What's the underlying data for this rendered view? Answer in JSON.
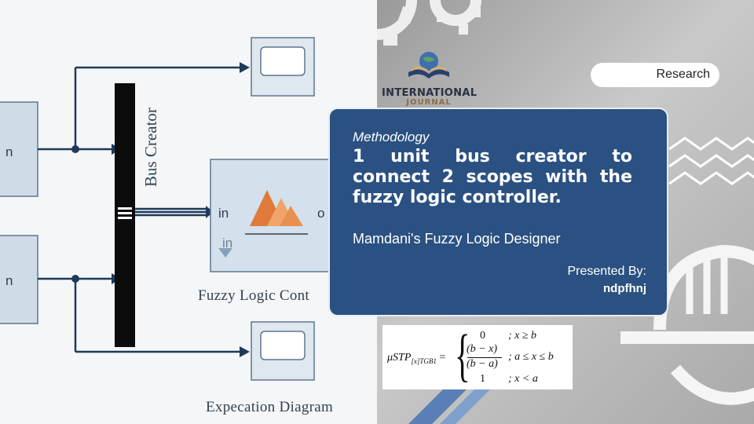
{
  "diagram": {
    "bus_creator_label": "Bus Creator",
    "flc_label": "Fuzzy Logic Cont",
    "flc_in_port": "in",
    "flc_out_port": "o",
    "flc_in_port_lower": "in",
    "expectation_label": "Expecation Diagram",
    "left_block_port_top": "n",
    "left_block_port_bottom": "n"
  },
  "logo": {
    "title": "INTERNATIONAL",
    "subtitle": "JOURNAL"
  },
  "badge": "Research",
  "card": {
    "tag": "Methodology",
    "title": "1 unit bus creator to connect 2 scopes with the fuzzy logic controller.",
    "subtitle": "Mamdani's Fuzzy Logic Designer",
    "presented_by": "Presented By:",
    "author": "ndpfhnj"
  },
  "formula": {
    "lhs": "μSTP",
    "lhs_sub": "[x]TGB1",
    "equals": "=",
    "v1": "0",
    "v2_num": "(b − x)",
    "v2_den": "(b − a)",
    "v3": "1",
    "c1": "; x ≥ b",
    "c2": "; a ≤ x ≤ b",
    "c3": "; x < a"
  },
  "colors": {
    "card_bg": "#2b5182",
    "diagram_line": "#1d3a5a",
    "flc_triangle": "#e07a3a"
  }
}
